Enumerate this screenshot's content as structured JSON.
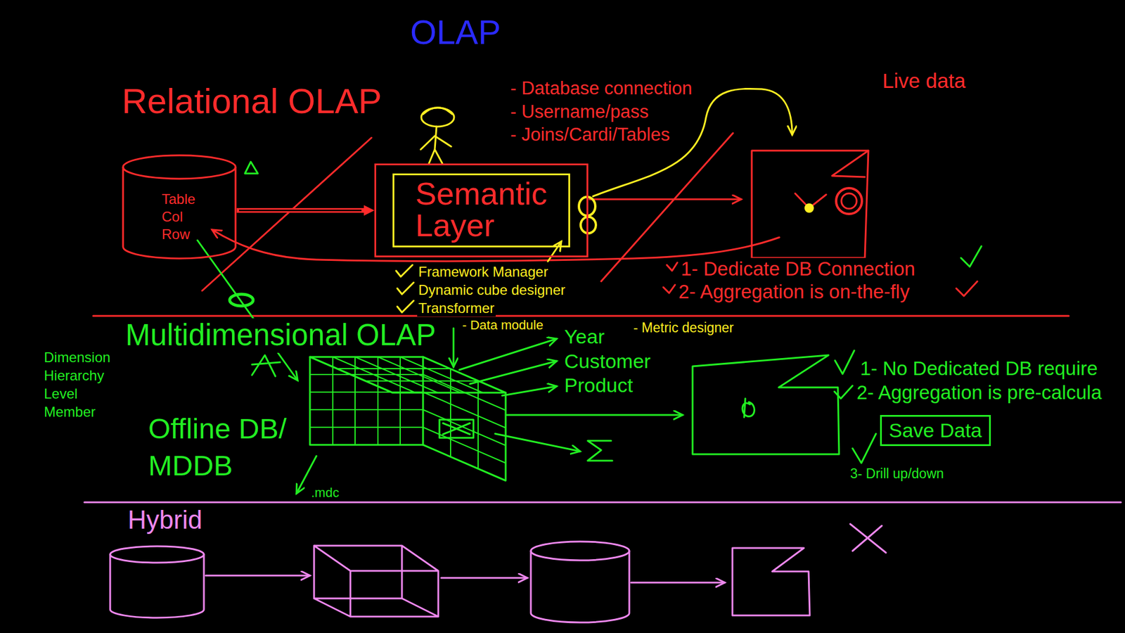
{
  "diagram": {
    "title": "OLAP",
    "nodes": [
      {
        "text": [
          "Table Col Row"
        ]
      },
      {
        "text": [
          "Semantic Layer"
        ]
      },
      {
        "text": [
          "Save Data"
        ]
      }
    ],
    "edges": [
      {
        "from": 0,
        "to": 1,
        "arrow": "to"
      }
    ],
    "labels": [
      "- Database connection",
      "- Username/pass",
      "- Joins/Cardi/Tables",
      "Live data",
      "Relational OLAP",
      "1- Dedicate DB Connection",
      "2- Aggregation is on-the-fly",
      "Framework Manager",
      "Dynamic cube designer",
      "Transformer",
      "Multidimensional OLAP",
      "- Data module",
      "- Metric designer",
      "Year",
      "Customer",
      "Product",
      "Dimension Hierarchy Level Member",
      "1- No Dedicated DB require",
      "2- Aggregation is pre-calcula",
      "Offline DB/",
      "MDDB",
      "3- Drill up/down",
      ".mdc",
      "Hybrid"
    ]
  }
}
